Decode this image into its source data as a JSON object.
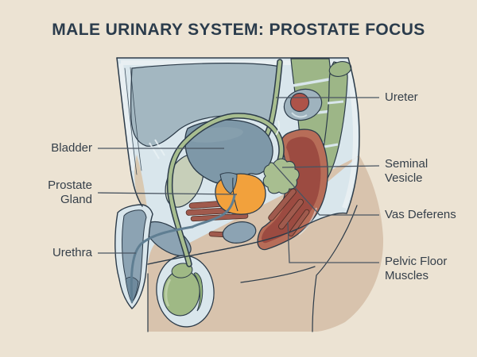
{
  "title": "MALE URINARY SYSTEM: PROSTATE FOCUS",
  "figure": {
    "type": "anatomical-diagram",
    "description": "Sagittal cross-section of the male pelvis highlighting the prostate",
    "labels": [
      {
        "id": "bladder",
        "text": "Bladder",
        "side": "left"
      },
      {
        "id": "prostate-gland",
        "text": "Prostate Gland",
        "side": "left"
      },
      {
        "id": "urethra",
        "text": "Urethra",
        "side": "left"
      },
      {
        "id": "ureter",
        "text": "Ureter",
        "side": "right"
      },
      {
        "id": "seminal-vesicle",
        "text": "Seminal Vesicle",
        "side": "right"
      },
      {
        "id": "vas-deferens",
        "text": "Vas Deferens",
        "side": "right"
      },
      {
        "id": "pelvic-floor-muscles",
        "text": "Pelvic Floor Muscles",
        "side": "right"
      }
    ],
    "colors": {
      "background": "#ECE3D3",
      "title_text": "#2B3C4C",
      "label_text": "#353F49",
      "leader_line": "#4A5561",
      "outline": "#2C3B49",
      "body_fill_blue": "#D9E6EC",
      "inner_band": "#E9F0F3",
      "skin_tan": "#D8C3AD",
      "abdomen_gray": "#A3B7C1",
      "bladder_blue": "#7E98A8",
      "organ_green": "#A8BE90",
      "spine_green": "#9DB687",
      "pale_gland": "#C7CFB9",
      "prostate_orange": "#F2A13C",
      "rectum_wall": "#B76D58",
      "rectum_red": "#9C4B41",
      "colon_red": "#AE5349",
      "muscle_red": "#A05A4D",
      "penis_gray": "#8CA3B3",
      "urethra_teal": "#5F7E92",
      "testis_green": "#9FB985"
    }
  }
}
